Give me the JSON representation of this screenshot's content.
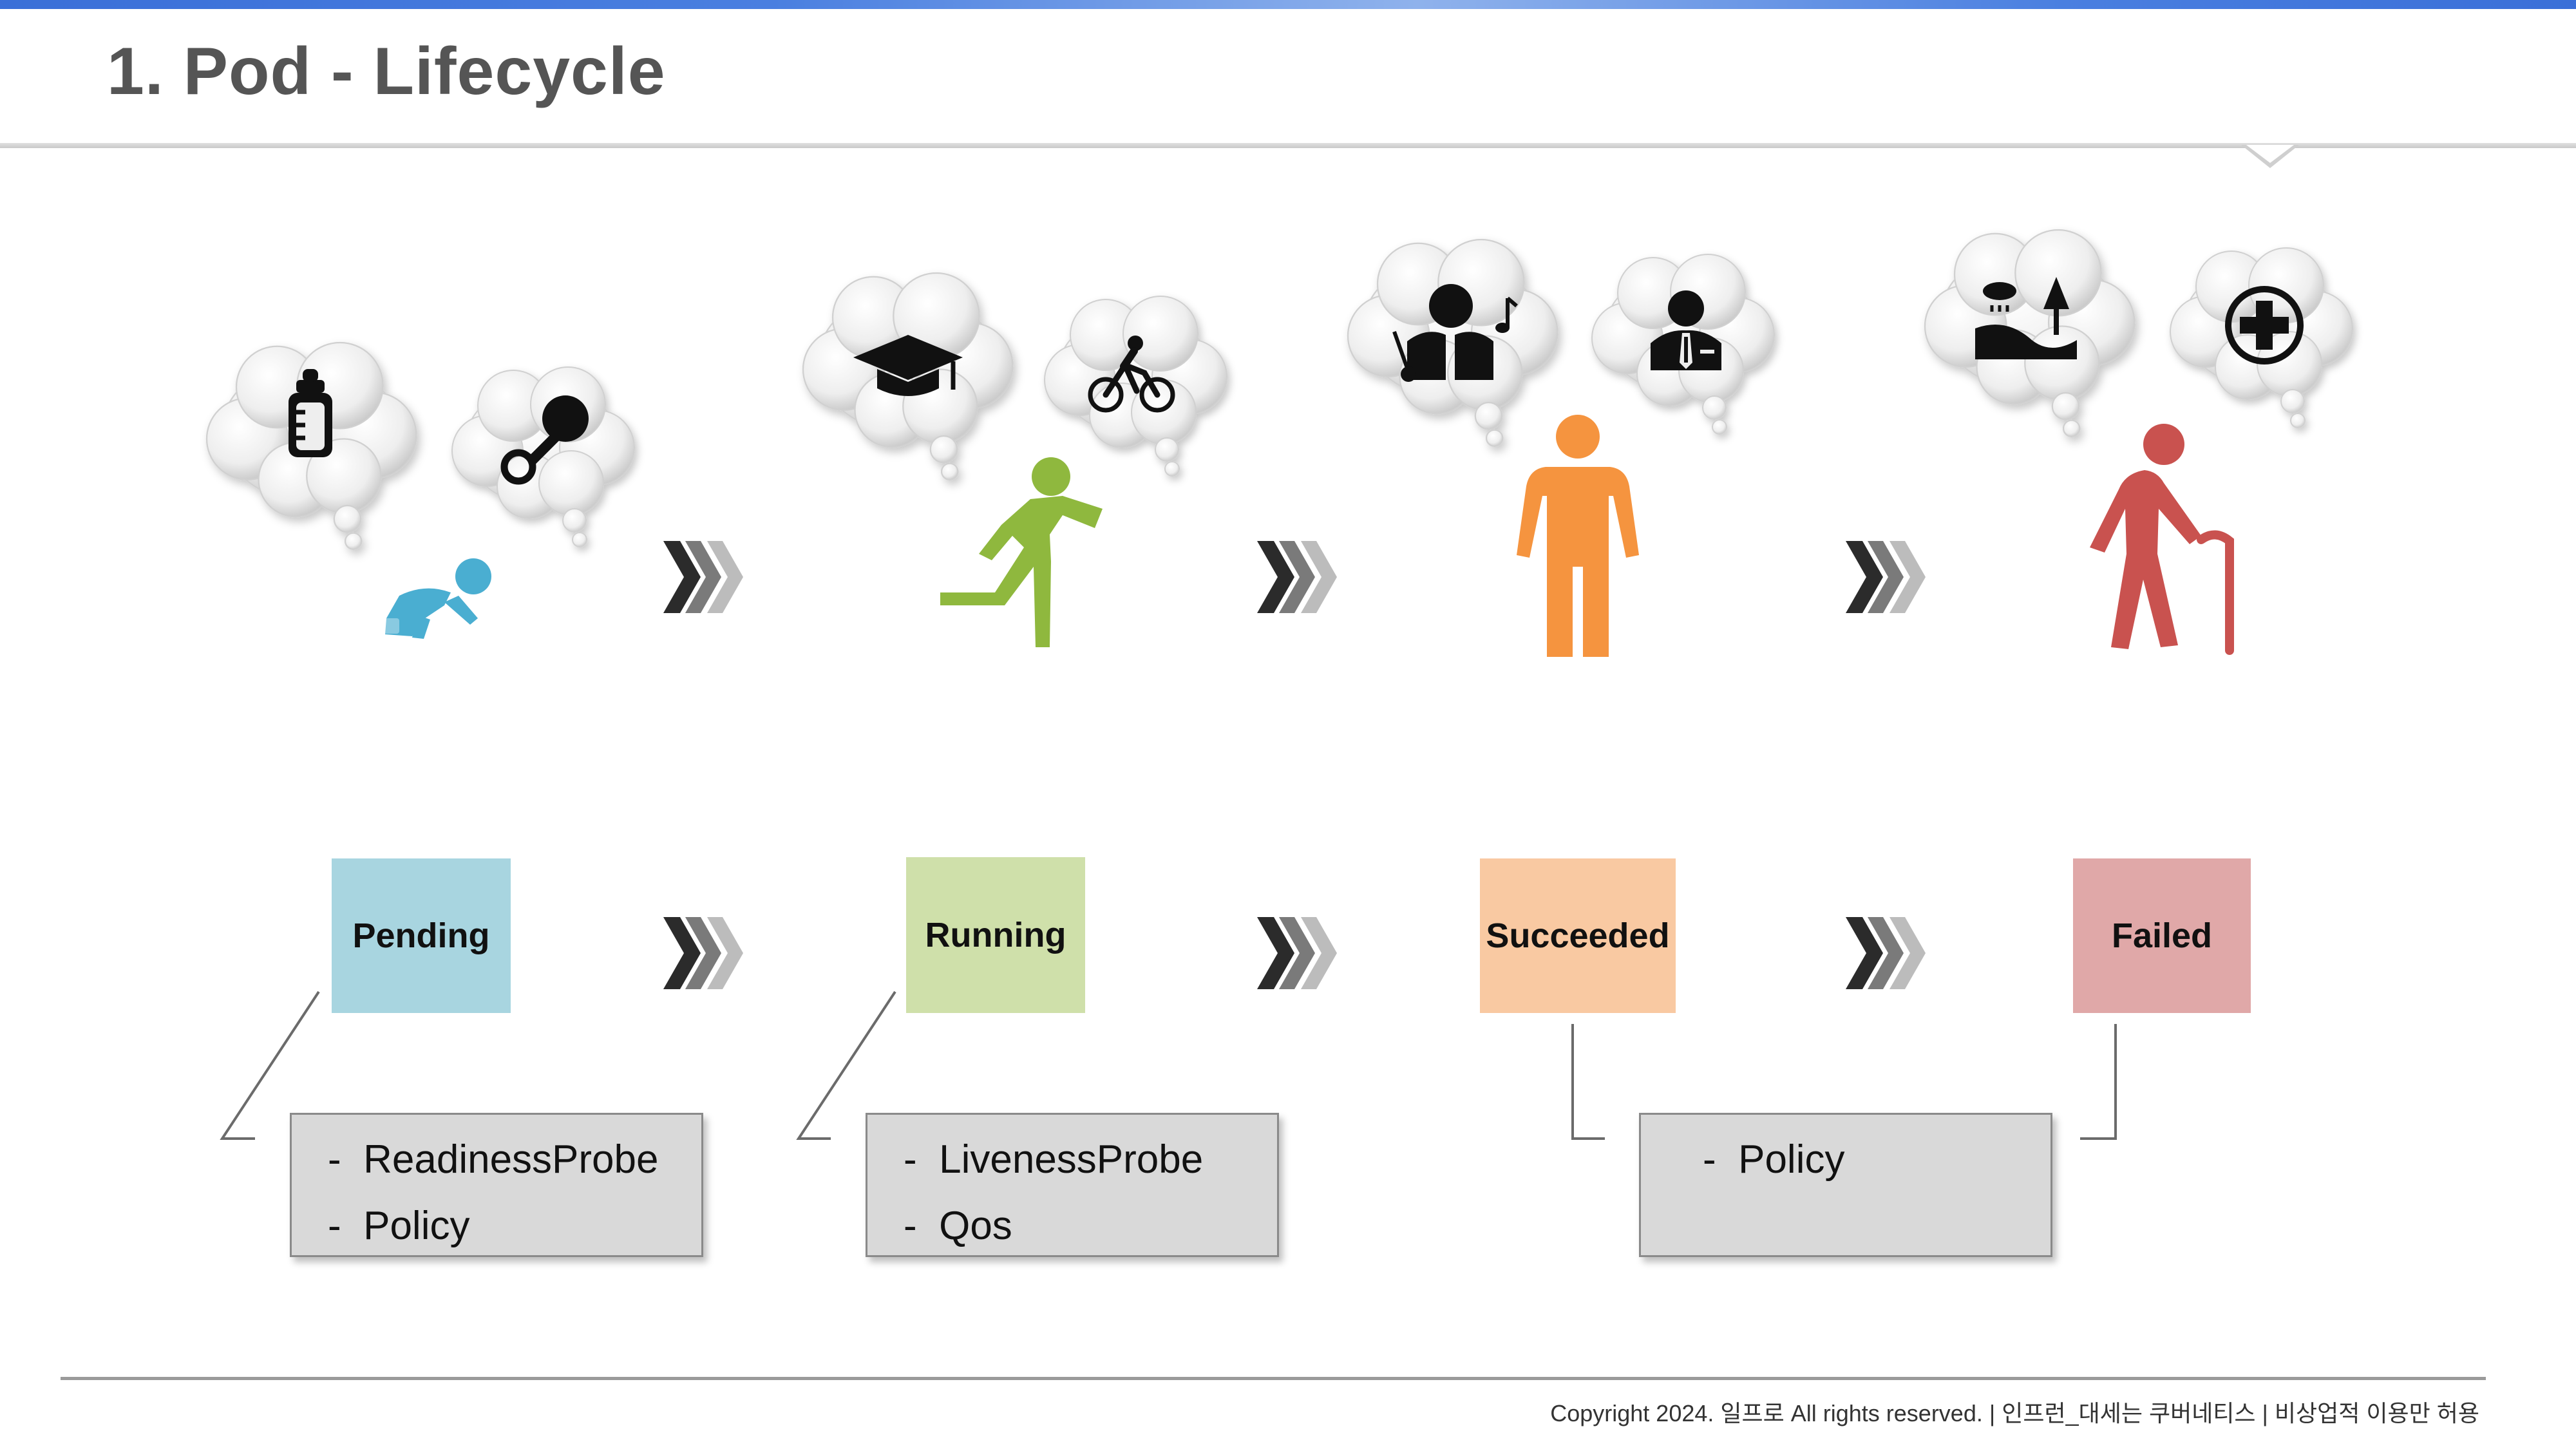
{
  "page": {
    "title": "1. Pod - Lifecycle"
  },
  "stages": [
    {
      "label": "Pending",
      "color": "#a8d5e0",
      "figure": "baby-crawling-icon",
      "figure_color": "#4aaed1",
      "thoughts": [
        "baby-bottle-icon",
        "rattle-icon"
      ]
    },
    {
      "label": "Running",
      "color": "#cfe0aa",
      "figure": "running-person-icon",
      "figure_color": "#8fb83e",
      "thoughts": [
        "graduation-cap-icon",
        "cyclist-icon"
      ]
    },
    {
      "label": "Succeeded",
      "color": "#f9c9a2",
      "figure": "standing-person-icon",
      "figure_color": "#f5943f",
      "thoughts": [
        "musician-icon",
        "businessman-icon"
      ]
    },
    {
      "label": "Failed",
      "color": "#e0a8a8",
      "figure": "elderly-person-cane-icon",
      "figure_color": "#c9524f",
      "thoughts": [
        "landscape-icon",
        "medical-cross-icon"
      ]
    }
  ],
  "notes": [
    {
      "lines": [
        "-  ReadinessProbe",
        "-  Policy"
      ]
    },
    {
      "lines": [
        "-  LivenessProbe",
        "-  Qos"
      ]
    },
    {
      "lines": [
        "-  Policy"
      ]
    }
  ],
  "footer": {
    "text": "Copyright 2024. 일프로 All rights reserved. | 인프런_대세는 쿠버네티스 | 비상업적 이용만 허용"
  }
}
